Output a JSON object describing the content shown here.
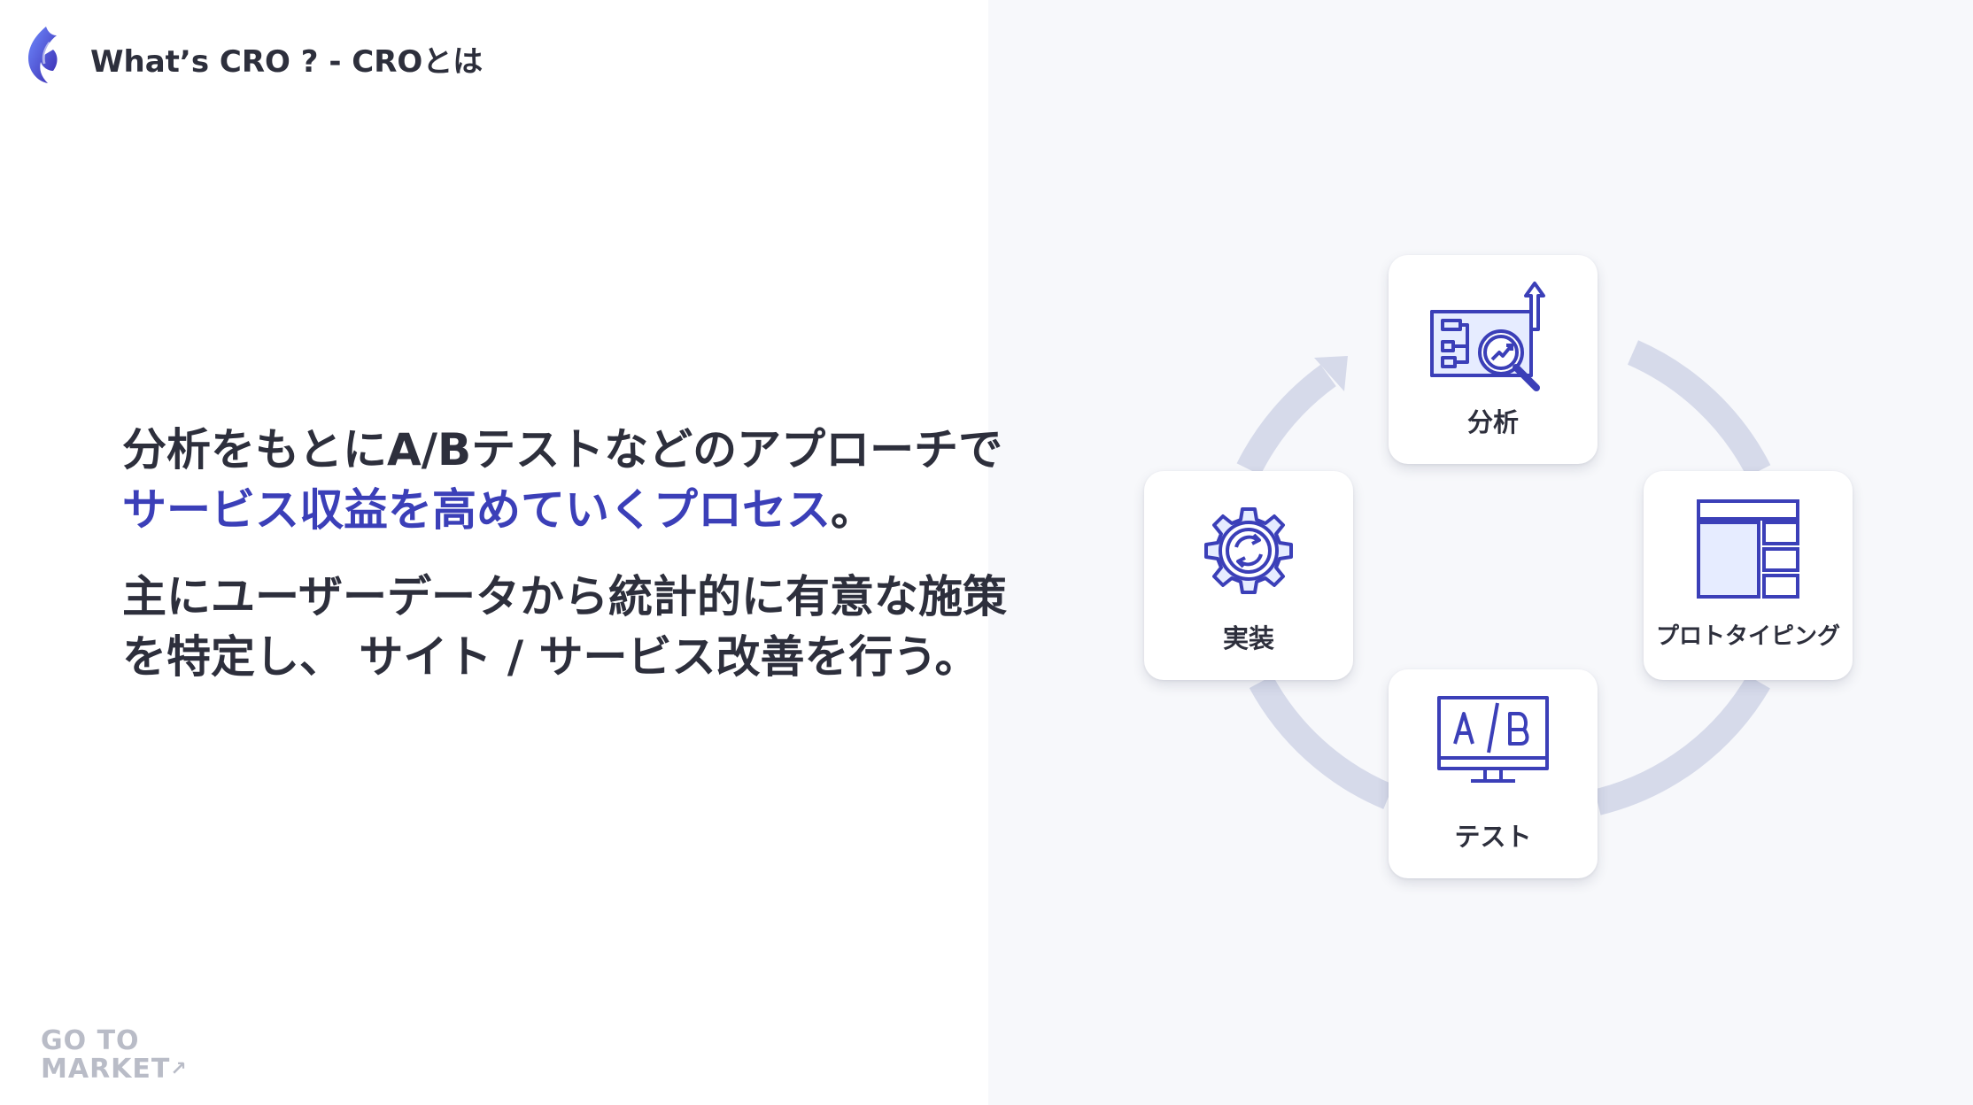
{
  "header": {
    "title": "What’s CRO ? - CROとは"
  },
  "lead": {
    "line1": "分析をもとにA/Bテストなどのアプローチで",
    "line2_accent": "サービス収益を高めていくプロセス",
    "line2_tail": "。",
    "line3": "主にユーザーデータから統計的に有意な施策",
    "line4": "を特定し、 サイト / サービス改善を行う。"
  },
  "footer": {
    "logo_line1": "GO TO",
    "logo_line2": "MARKET",
    "logo_arrow": "↗"
  },
  "cycle": {
    "steps": [
      {
        "label": "分析",
        "icon": "analytics-magnifier-icon"
      },
      {
        "label": "プロトタイピング",
        "icon": "wireframe-layout-icon"
      },
      {
        "label": "テスト",
        "icon": "ab-test-monitor-icon"
      },
      {
        "label": "実装",
        "icon": "gear-sync-icon"
      }
    ]
  },
  "colors": {
    "accent": "#3b3fb8",
    "icon_stroke": "#3b3fb8",
    "ring": "#d6daea",
    "right_background": "#f7f8fb",
    "text": "#2d2f3c"
  }
}
